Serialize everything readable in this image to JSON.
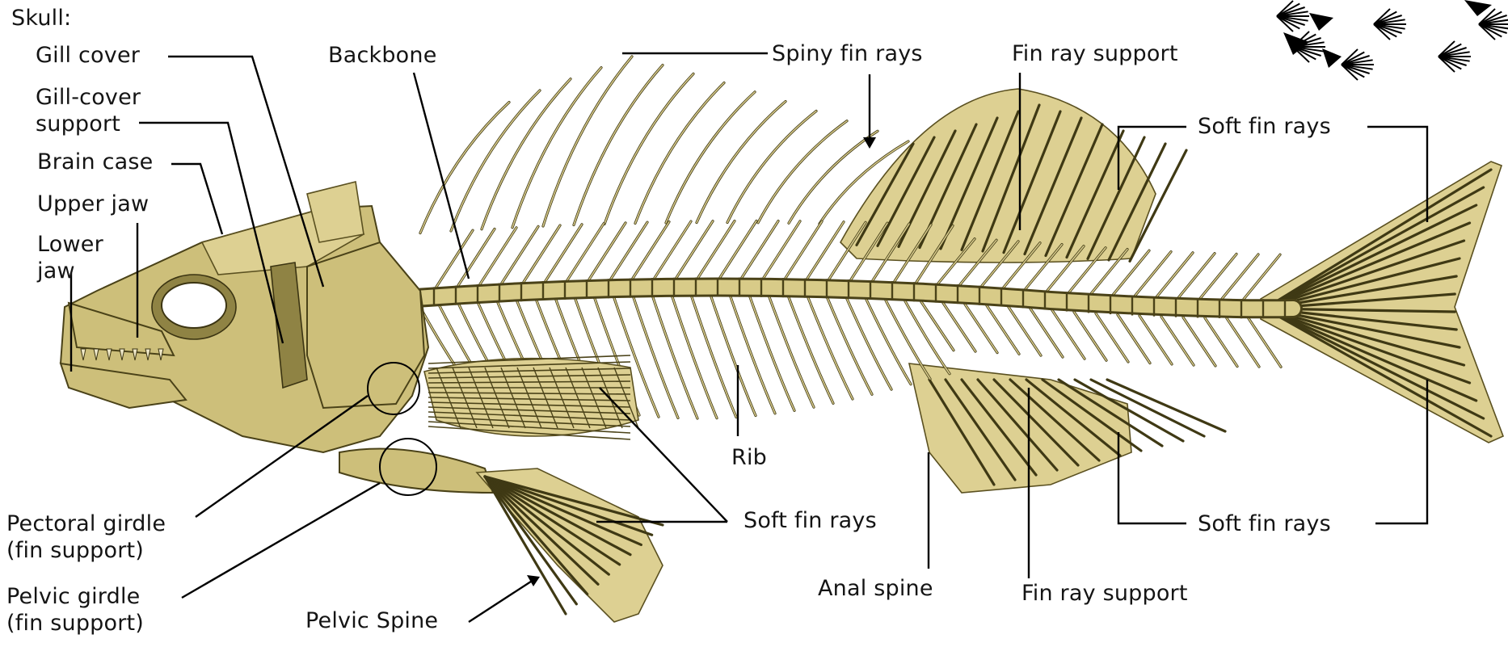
{
  "diagram": {
    "labels": {
      "skull": "Skull:",
      "gill_cover": "Gill cover",
      "gill_cover_support": "Gill-cover\nsupport",
      "brain_case": "Brain case",
      "upper_jaw": "Upper jaw",
      "lower_jaw": "Lower\njaw",
      "backbone": "Backbone",
      "spiny_fin_rays": "Spiny fin rays",
      "fin_ray_support_top": "Fin ray support",
      "soft_fin_rays_top": "Soft fin rays",
      "rib": "Rib",
      "soft_fin_rays_mid": "Soft fin rays",
      "soft_fin_rays_bottom": "Soft fin rays",
      "pectoral_girdle": "Pectoral girdle\n(fin support)",
      "pelvic_girdle": "Pelvic girdle\n(fin support)",
      "pelvic_spine": "Pelvic Spine",
      "anal_spine": "Anal spine",
      "fin_ray_support_bottom": "Fin ray support"
    },
    "colors": {
      "bone": "#cdbf7a",
      "bone_outline": "#4a4218",
      "leader_lines": "#000000",
      "background": "#ffffff"
    },
    "inset_icon": "fish-skeleton-pattern-icon"
  }
}
